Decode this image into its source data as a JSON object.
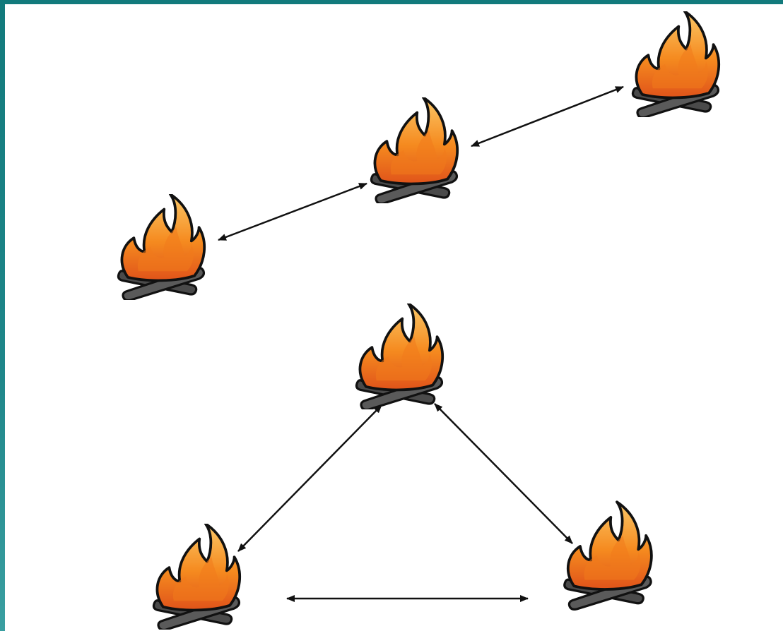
{
  "colors": {
    "frame": "#127a7c",
    "flame_outer": "#f58a1f",
    "flame_inner": "#fbc867",
    "flame_edge": "#e0531a",
    "log": "#4a4a4a",
    "outline": "#111111",
    "arrow": "#111111",
    "background": "#ffffff"
  },
  "icons": {
    "node": "campfire-icon"
  },
  "groups": [
    {
      "name": "chain",
      "nodes": [
        {
          "id": "chain-left"
        },
        {
          "id": "chain-middle"
        },
        {
          "id": "chain-right"
        }
      ],
      "links": [
        {
          "from": "chain-left",
          "to": "chain-middle",
          "direction": "both"
        },
        {
          "from": "chain-middle",
          "to": "chain-right",
          "direction": "both"
        }
      ]
    },
    {
      "name": "triangle",
      "nodes": [
        {
          "id": "triangle-top"
        },
        {
          "id": "triangle-bottom-left"
        },
        {
          "id": "triangle-bottom-right"
        }
      ],
      "links": [
        {
          "from": "triangle-top",
          "to": "triangle-bottom-left",
          "direction": "both"
        },
        {
          "from": "triangle-top",
          "to": "triangle-bottom-right",
          "direction": "both"
        },
        {
          "from": "triangle-bottom-left",
          "to": "triangle-bottom-right",
          "direction": "both"
        }
      ]
    }
  ]
}
